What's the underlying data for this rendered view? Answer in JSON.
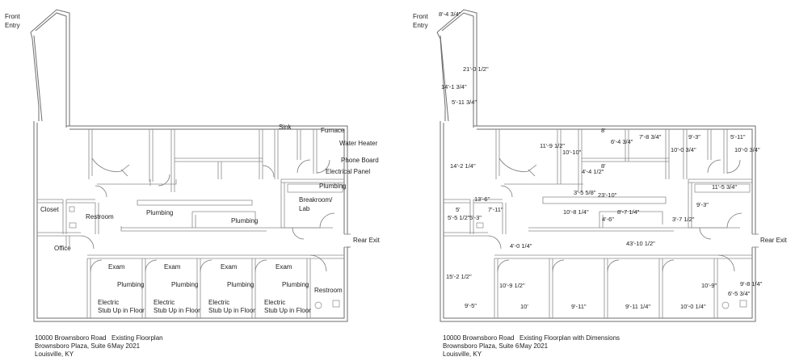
{
  "plan_left": {
    "labels": {
      "front": "Front",
      "entry": "Entry",
      "sink": "Sink",
      "furnace": "Furnace",
      "water_heater": "Water Heater",
      "phone_board": "Phone Board",
      "electrical_panel": "Electrical Panel",
      "plumbing_break": "Plumbing",
      "breakroom": "Breakroom/",
      "lab": "Lab",
      "closet": "Closet",
      "restroom": "Restroom",
      "plumbing_center": "Plumbing",
      "plumbing_right": "Plumbing",
      "office": "Office",
      "rear_exit": "Rear Exit",
      "exam_rooms": [
        {
          "exam": "Exam",
          "plumbing": "Plumbing",
          "electric": "Electric",
          "stub": "Stub Up in Floor"
        },
        {
          "exam": "Exam",
          "plumbing": "Plumbing",
          "electric": "Electric",
          "stub": "Stub Up in Floor"
        },
        {
          "exam": "Exam",
          "plumbing": "Plumbing",
          "electric": "Electric",
          "stub": "Stub Up in Floor"
        },
        {
          "exam": "Exam",
          "plumbing": "Plumbing",
          "electric": "Electric",
          "stub": "Stub Up in Floor"
        }
      ],
      "restroom_lower": "Restroom"
    },
    "caption": {
      "address1": "10000 Brownsboro Road",
      "address2": "Brownsboro Plaza, Suite 6",
      "address3": "Louisville, KY",
      "title": "Existing Floorplan",
      "date": "May 2021"
    }
  },
  "plan_right": {
    "labels": {
      "front": "Front",
      "entry": "Entry",
      "rear_exit": "Rear Exit"
    },
    "dimensions": {
      "d_entry": "8'-4 3/4\"",
      "d_21": "21'-0 1/2\"",
      "d_14_13": "14'-1 3/4\"",
      "d_5_11": "5'-11 3/4\"",
      "d_8a": "8'",
      "d_7_8": "7'-8 3/4\"",
      "d_9_3a": "9'-3\"",
      "d_5_11b": "5'-11\"",
      "d_11_9": "11'-9 1/2\"",
      "d_6_4": "6'-4 3/4\"",
      "d_10_0a": "10'-0 3/4\"",
      "d_10_0b": "10'-0 3/4\"",
      "d_10_10": "10'-10\"",
      "d_8b": "8'",
      "d_14_2": "14'-2 1/4\"",
      "d_4_4": "4'-4 1/2\"",
      "d_11_5": "11'-5 3/4\"",
      "d_3_5": "3'-5 5/8\"",
      "d_23_10": "23'-10\"",
      "d_13_6": "13'-6\"",
      "d_9_3b": "9'-3\"",
      "d_5": "5'",
      "d_7_11": "7'-11\"",
      "d_10_8": "10'-8 1/4\"",
      "d_8_7": "8'-7 1/4\"",
      "d_5_5": "5'-5 1/2\"",
      "d_5_3": "5'-3\"",
      "d_4_6": "4'-6\"",
      "d_3_7": "3'-7 1/2\"",
      "d_4_0": "4'-0 1/4\"",
      "d_43_10": "43'-10 1/2\"",
      "d_15_2": "15'-2 1/2\"",
      "d_10_9a": "10'-9 1/2\"",
      "d_10_9b": "10'-9\"",
      "d_9_8": "9'-8 1/4\"",
      "d_6_5": "6'-5 3/4\"",
      "d_9_5": "9'-5\"",
      "d_10": "10'",
      "d_9_11a": "9'-11\"",
      "d_9_11b": "9'-11 1/4\"",
      "d_10_0c": "10'-0 1/4\""
    },
    "caption": {
      "address1": "10000 Brownsboro Road",
      "address2": "Brownsboro Plaza, Suite 6",
      "address3": "Louisville, KY",
      "title": "Existing Floorplan with Dimensions",
      "date": "May 2021"
    }
  }
}
